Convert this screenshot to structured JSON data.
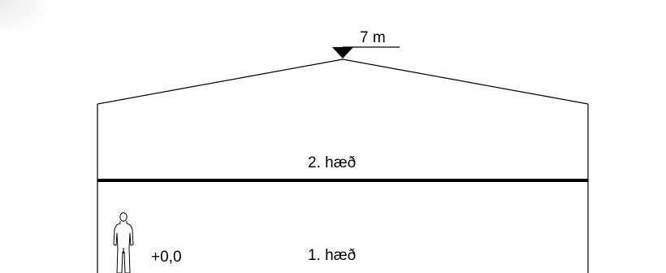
{
  "diagram": {
    "top_elevation_label": "7 m",
    "upper_floor_label": "2. hæð",
    "ground_floor_label": "1. hæð",
    "base_elevation_label": "+0,0"
  },
  "colors": {
    "line": "#000000",
    "background": "#ffffff"
  },
  "icons": {
    "scale_figure": "person-silhouette-icon",
    "level_marker": "elevation-triangle-icon"
  }
}
